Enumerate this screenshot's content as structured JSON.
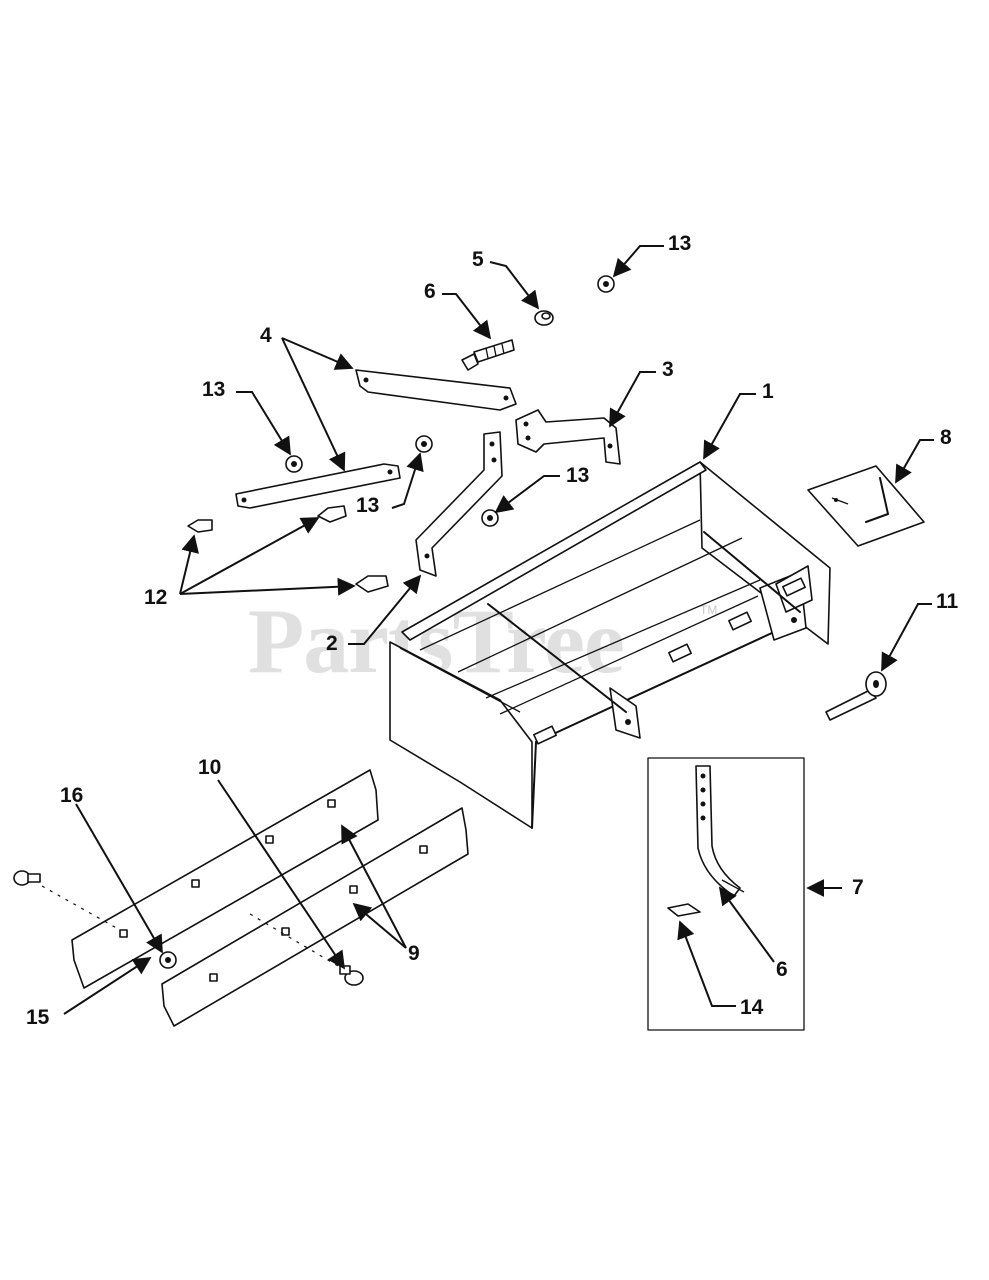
{
  "diagram": {
    "watermark": "PartsTree",
    "watermark_mark": "TM",
    "callouts": {
      "c1": "1",
      "c2": "2",
      "c3": "3",
      "c4": "4",
      "c5": "5",
      "c6_top": "6",
      "c6_inset": "6",
      "c7": "7",
      "c8": "8",
      "c9": "9",
      "c10": "10",
      "c11": "11",
      "c12": "12",
      "c13_top_right": "13",
      "c13_left": "13",
      "c13_mid": "13",
      "c13_bracket": "13",
      "c14": "14",
      "c15": "15",
      "c16": "16"
    }
  }
}
